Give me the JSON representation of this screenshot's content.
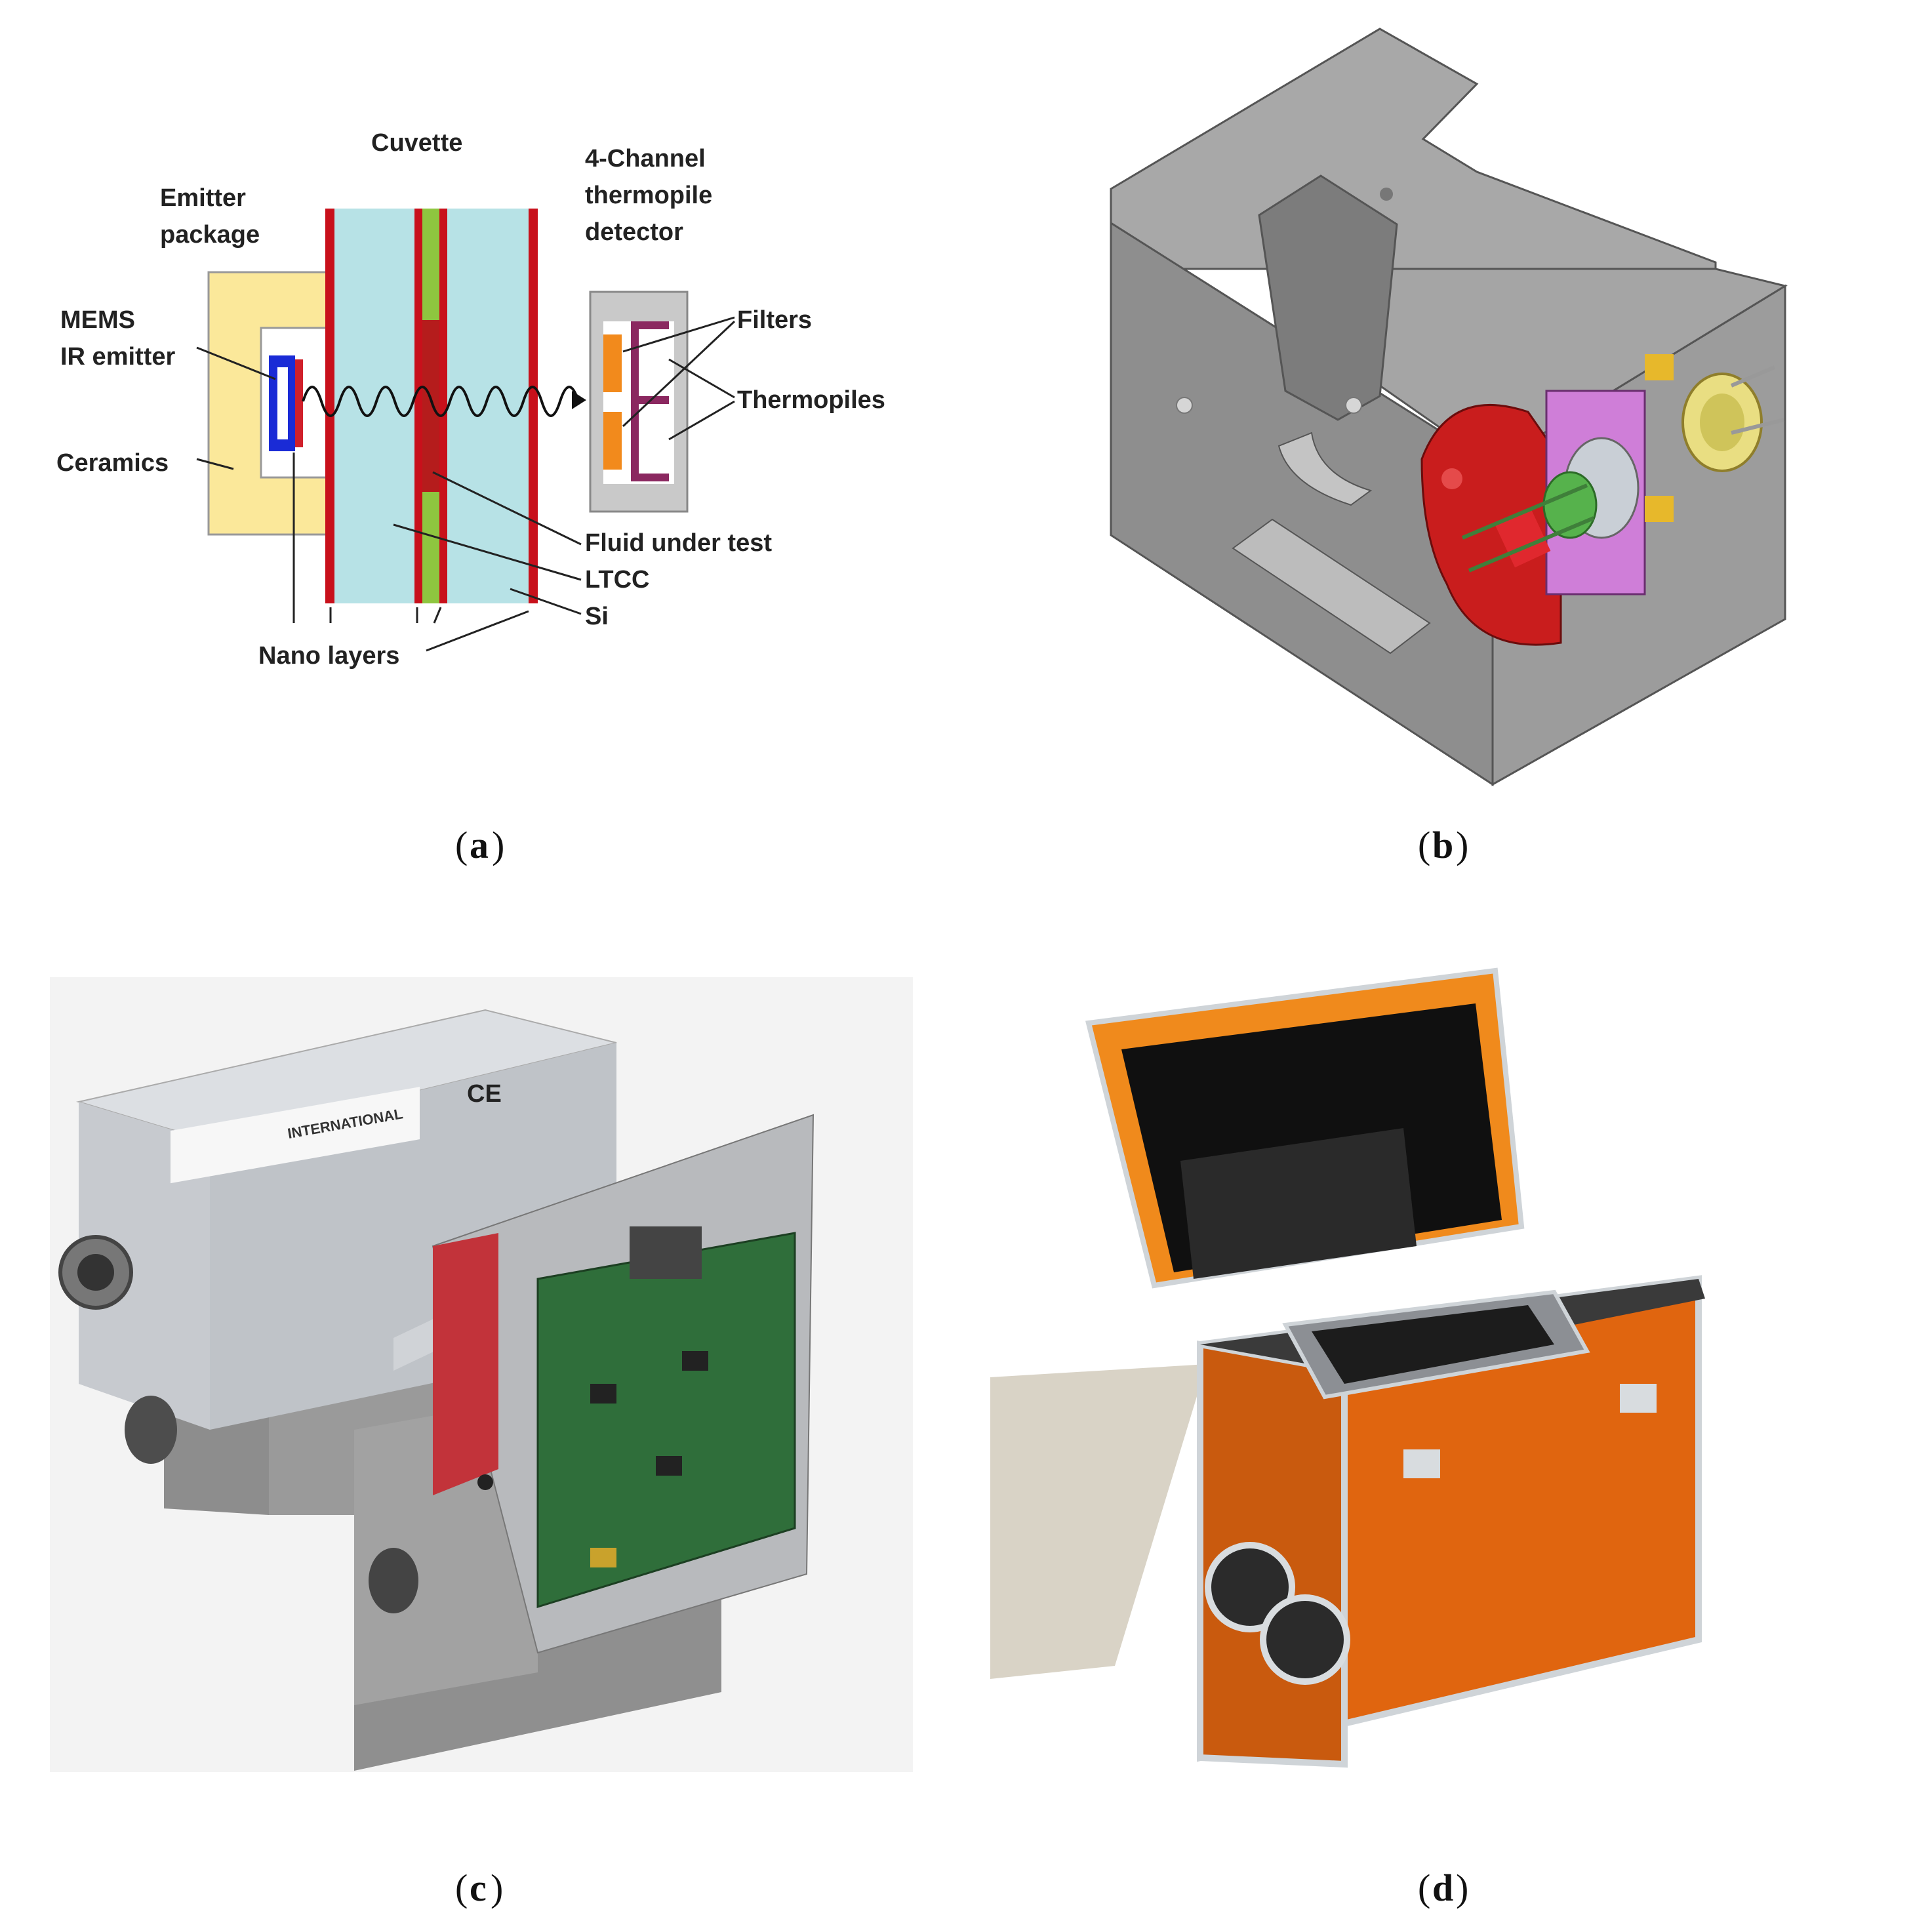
{
  "panel_a": {
    "labels": {
      "cuvette": "Cuvette",
      "emitter_package_1": "Emitter",
      "emitter_package_2": "package",
      "mems_1": "MEMS",
      "mems_2": "IR emitter",
      "ceramics": "Ceramics",
      "detector_1": "4-Channel",
      "detector_2": "thermopile",
      "detector_3": "detector",
      "filters": "Filters",
      "thermopiles": "Thermopiles",
      "fluid": "Fluid under test",
      "ltcc": "LTCC",
      "si": "Si",
      "nano_layers": "Nano layers"
    },
    "colors": {
      "ceramics": "#fbe89a",
      "cuvette": "#b7e2e6",
      "si_layer": "#c8101b",
      "ltcc": "#8ec63f",
      "fluid": "#b51c1c",
      "emitter": "#1a2bd6",
      "filters": "#f28a1c",
      "thermopiles": "#8b2860",
      "detector_housing": "#c9c9c9"
    }
  },
  "panel_b": {
    "icons": [
      "sensor-cad-cutaway"
    ]
  },
  "panel_c": {
    "icons": [
      "sensor-module-photo"
    ],
    "marks": {
      "ce": "CE",
      "brand": "INTERNATIONAL"
    }
  },
  "panel_d": {
    "icons": [
      "orange-instrument-case"
    ]
  },
  "captions": {
    "a": "a",
    "b": "b",
    "c": "c",
    "d": "d"
  }
}
